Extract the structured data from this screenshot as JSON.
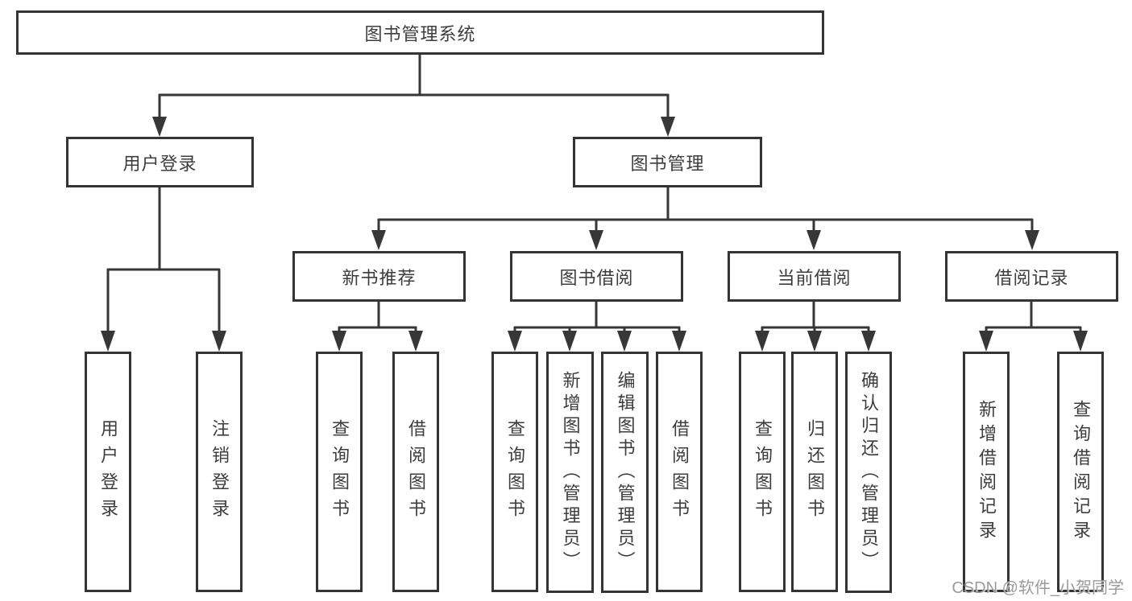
{
  "tree": {
    "label": "图书管理系统",
    "children": [
      {
        "label": "用户登录",
        "children": [
          {
            "label": "用户登录"
          },
          {
            "label": "注销登录"
          }
        ]
      },
      {
        "label": "图书管理",
        "children": [
          {
            "label": "新书推荐",
            "children": [
              {
                "label": "查询图书"
              },
              {
                "label": "借阅图书"
              }
            ]
          },
          {
            "label": "图书借阅",
            "children": [
              {
                "label": "查询图书"
              },
              {
                "label": "新增图书（管理员）"
              },
              {
                "label": "编辑图书（管理员）"
              },
              {
                "label": "借阅图书"
              }
            ]
          },
          {
            "label": "当前借阅",
            "children": [
              {
                "label": "查询图书"
              },
              {
                "label": "归还图书"
              },
              {
                "label": "确认归还（管理员）"
              }
            ]
          },
          {
            "label": "借阅记录",
            "children": [
              {
                "label": "新增借阅记录"
              },
              {
                "label": "查询借阅记录"
              }
            ]
          }
        ]
      }
    ]
  },
  "watermark": "CSDN @软件_小贺同学",
  "colors": {
    "line": "#373737",
    "box_border": "#343434",
    "box_fill": "#ffffff",
    "text": "#3d3d3d",
    "watermark": "#9b9b9b"
  }
}
